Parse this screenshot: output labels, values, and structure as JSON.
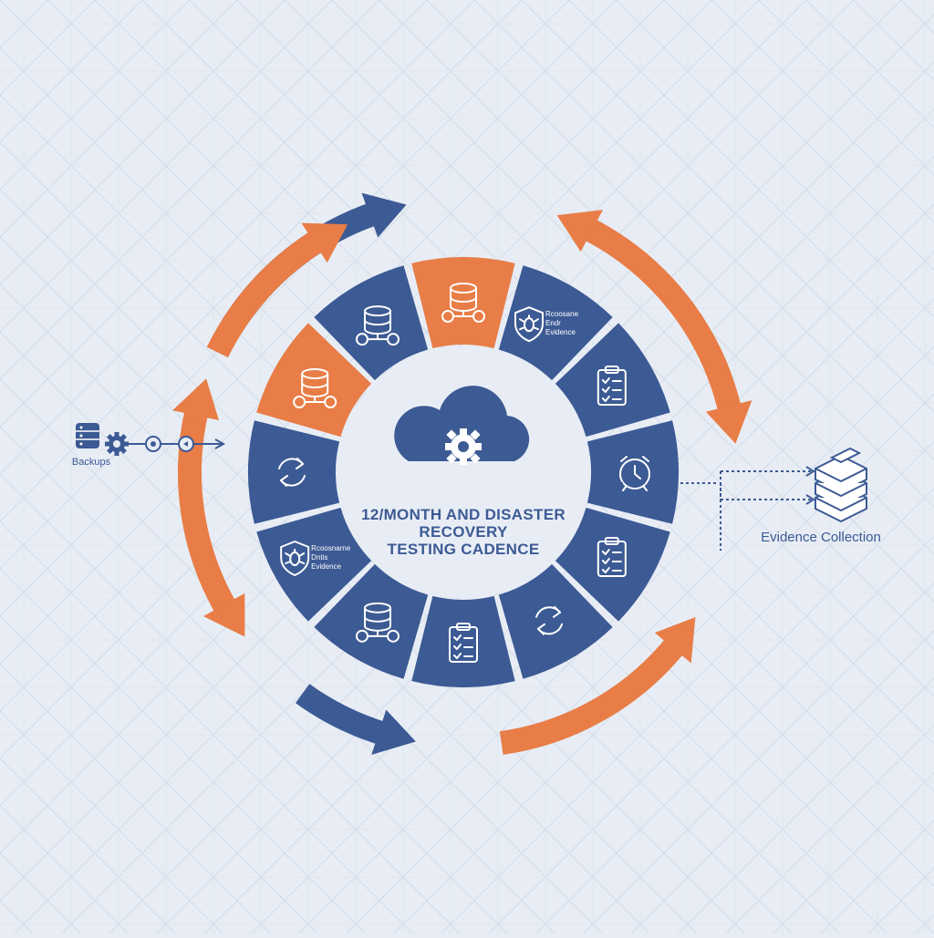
{
  "colors": {
    "background": "#e8edf5",
    "grid": "#d3dbe7",
    "blue": "#3c5a94",
    "orange": "#e87d47",
    "icon_stroke": "#ffffff",
    "center_fill": "#e8edf5",
    "center_text": "#3c5a94"
  },
  "center": {
    "title_lines": [
      "12/MONTH AND DISASTER",
      "RECOVERY",
      "TESTING CADENCE"
    ],
    "icon": "cloud-gear-icon"
  },
  "segments": [
    {
      "color": "orange",
      "icon": "database-network-icon",
      "text": []
    },
    {
      "color": "blue",
      "icon": "shield-bug-icon",
      "text": [
        "Rcoosane",
        "Endr",
        "Evidence"
      ]
    },
    {
      "color": "blue",
      "icon": "clipboard-checklist-icon",
      "text": []
    },
    {
      "color": "blue",
      "icon": "alarm-clock-icon",
      "text": []
    },
    {
      "color": "blue",
      "icon": "clipboard-checklist-icon",
      "text": []
    },
    {
      "color": "blue",
      "icon": "refresh-cycle-icon",
      "text": []
    },
    {
      "color": "blue",
      "icon": "clipboard-checklist-icon",
      "text": []
    },
    {
      "color": "blue",
      "icon": "database-network-icon",
      "text": []
    },
    {
      "color": "blue",
      "icon": "shield-bug-icon",
      "text": [
        "Rcoosnarne",
        "Dntis",
        "Evidence"
      ]
    },
    {
      "color": "blue",
      "icon": "refresh-cycle-icon",
      "text": []
    },
    {
      "color": "orange",
      "icon": "database-network-icon",
      "text": []
    },
    {
      "color": "blue",
      "icon": "database-network-icon",
      "text": []
    }
  ],
  "left_callout": {
    "label": "Backups",
    "icons": [
      "database-icon",
      "gear-icon",
      "node-icon",
      "node-icon",
      "arrow-right-icon"
    ]
  },
  "right_callout": {
    "label": "Evidence Collection",
    "icon": "server-stack-icon"
  },
  "outer_arrows": [
    {
      "color": "blue",
      "direction": "clockwise"
    },
    {
      "color": "orange",
      "direction": "both"
    },
    {
      "color": "orange",
      "direction": "counterclockwise"
    },
    {
      "color": "blue",
      "direction": "counterclockwise"
    },
    {
      "color": "orange",
      "direction": "both"
    },
    {
      "color": "orange",
      "direction": "clockwise"
    }
  ]
}
